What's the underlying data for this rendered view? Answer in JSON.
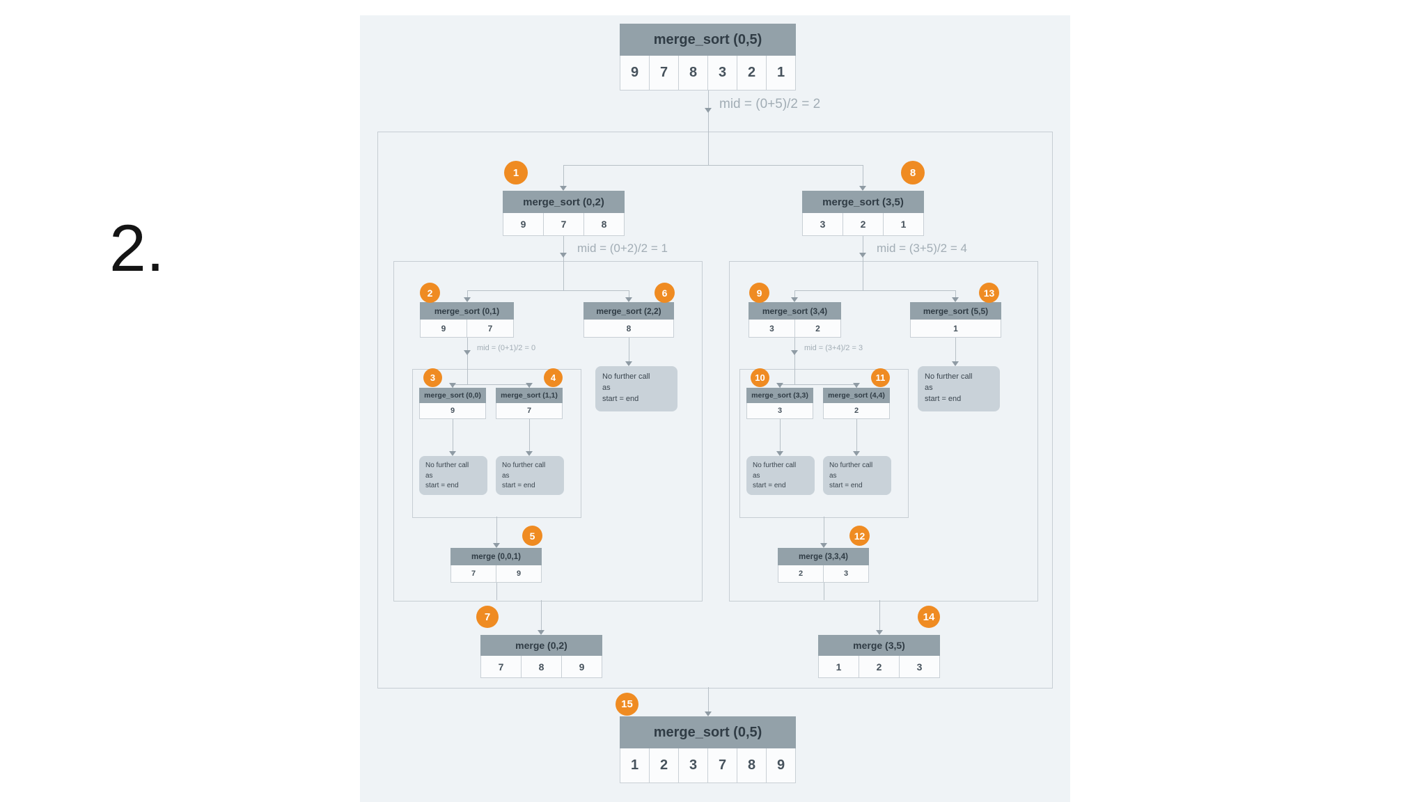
{
  "step_label": "2.",
  "colors": {
    "panel_bg": "#eff3f6",
    "header_bg": "#93a1a9",
    "badge_bg": "#ef8b22",
    "note_bg": "#c9d2d9",
    "line": "#b6bfc6"
  },
  "note": {
    "line1": "No further call",
    "line2": "as",
    "line3": "start = end"
  },
  "mids": {
    "root": "mid = (0+5)/2 = 2",
    "left": "mid = (0+2)/2 = 1",
    "right": "mid = (3+5)/2 = 4",
    "left_left": "mid = (0+1)/2 = 0",
    "right_left": "mid = (3+4)/2 = 3"
  },
  "nodes": {
    "root": {
      "title": "merge_sort (0,5)",
      "cells": [
        "9",
        "7",
        "8",
        "3",
        "2",
        "1"
      ]
    },
    "n1": {
      "badge": "1",
      "title": "merge_sort (0,2)",
      "cells": [
        "9",
        "7",
        "8"
      ]
    },
    "n2": {
      "badge": "2",
      "title": "merge_sort (0,1)",
      "cells": [
        "9",
        "7"
      ]
    },
    "n3": {
      "badge": "3",
      "title": "merge_sort (0,0)",
      "cells": [
        "9"
      ]
    },
    "n4": {
      "badge": "4",
      "title": "merge_sort (1,1)",
      "cells": [
        "7"
      ]
    },
    "n5": {
      "badge": "5",
      "title": "merge (0,0,1)",
      "cells": [
        "7",
        "9"
      ]
    },
    "n6": {
      "badge": "6",
      "title": "merge_sort (2,2)",
      "cells": [
        "8"
      ]
    },
    "n7": {
      "badge": "7",
      "title": "merge (0,2)",
      "cells": [
        "7",
        "8",
        "9"
      ]
    },
    "n8": {
      "badge": "8",
      "title": "merge_sort (3,5)",
      "cells": [
        "3",
        "2",
        "1"
      ]
    },
    "n9": {
      "badge": "9",
      "title": "merge_sort (3,4)",
      "cells": [
        "3",
        "2"
      ]
    },
    "n10": {
      "badge": "10",
      "title": "merge_sort (3,3)",
      "cells": [
        "3"
      ]
    },
    "n11": {
      "badge": "11",
      "title": "merge_sort (4,4)",
      "cells": [
        "2"
      ]
    },
    "n12": {
      "badge": "12",
      "title": "merge (3,3,4)",
      "cells": [
        "2",
        "3"
      ]
    },
    "n13": {
      "badge": "13",
      "title": "merge_sort (5,5)",
      "cells": [
        "1"
      ]
    },
    "n14": {
      "badge": "14",
      "title": "merge (3,5)",
      "cells": [
        "1",
        "2",
        "3"
      ]
    },
    "n15": {
      "badge": "15",
      "title": "merge_sort (0,5)",
      "cells": [
        "1",
        "2",
        "3",
        "7",
        "8",
        "9"
      ]
    }
  }
}
